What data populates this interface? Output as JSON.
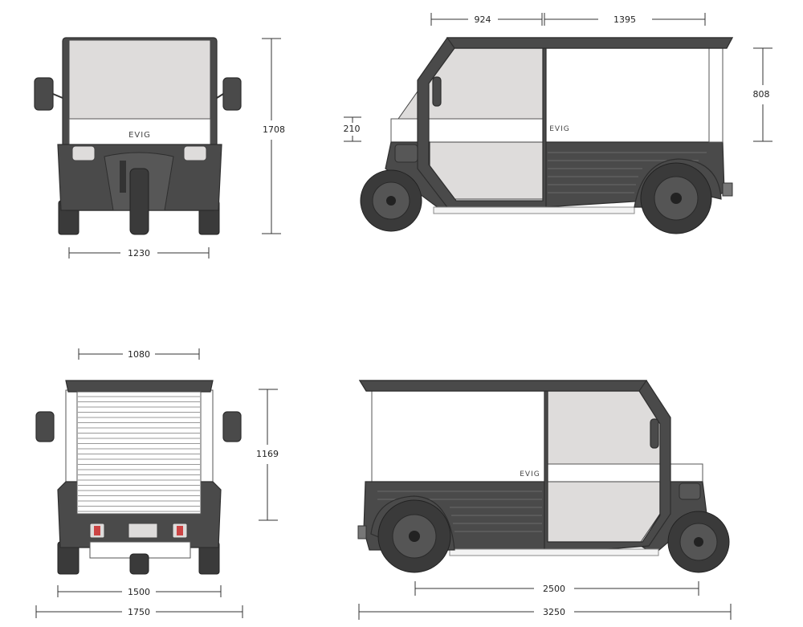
{
  "brand": {
    "logo_text": "EVIG"
  },
  "colors": {
    "body_dark": "#4a4a4a",
    "glass": "#dedcdb",
    "panel": "#ffffff",
    "dimension_line": "#333333"
  },
  "views": {
    "front": {
      "dimensions": {
        "height": "1708",
        "track": "1230"
      }
    },
    "side_left": {
      "dimensions": {
        "cab_length": "924",
        "cargo_length": "1395",
        "cargo_height": "808",
        "band_height": "210"
      }
    },
    "rear": {
      "dimensions": {
        "door_width": "1080",
        "door_height": "1169",
        "rear_track": "1500",
        "overall_width": "1750"
      }
    },
    "side_right": {
      "dimensions": {
        "wheelbase": "2500",
        "overall_length": "3250"
      }
    }
  }
}
